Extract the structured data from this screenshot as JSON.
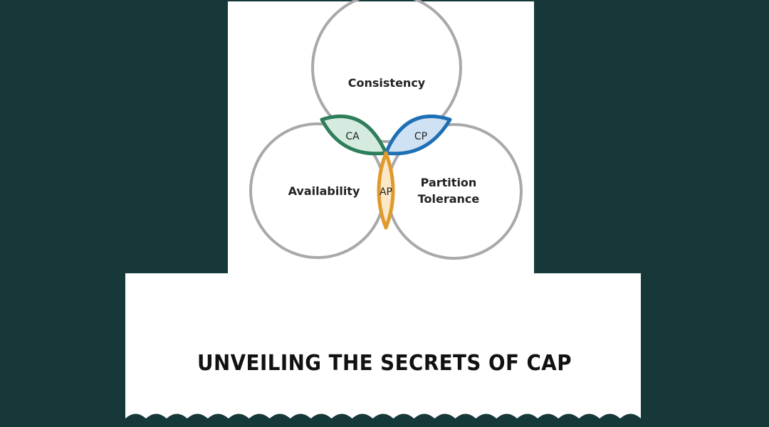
{
  "diagram": {
    "labels": {
      "consistency": "Consistency",
      "availability": "Availability",
      "partition_line1": "Partition",
      "partition_line2": "Tolerance",
      "ca": "CA",
      "cp": "CP",
      "ap": "AP"
    },
    "colors": {
      "circle_stroke": "#a9a9a9",
      "ca_stroke": "#2e7d5b",
      "ca_fill": "#d5ebe0",
      "cp_stroke": "#1f6fb5",
      "cp_fill": "#cfe2f4",
      "ap_stroke": "#e09a2c",
      "ap_fill": "#fbe8c8"
    }
  },
  "banner": {
    "title": "UNVEILING THE SECRETS OF CAP"
  },
  "page": {
    "background": "#163838",
    "panel": "#ffffff"
  }
}
